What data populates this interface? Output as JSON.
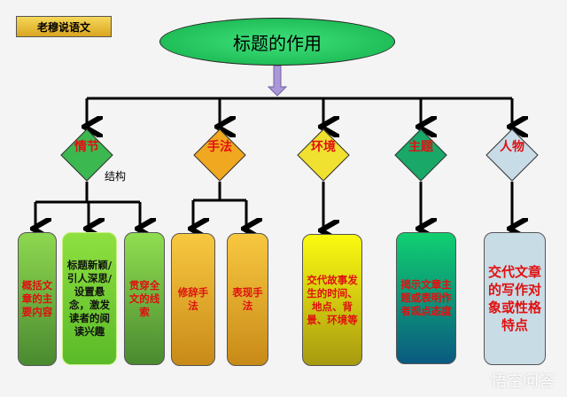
{
  "tag": "老穆说语文",
  "title": "标题的作用",
  "structure_label": "结构",
  "categories": [
    {
      "label": "情节",
      "color": "#3cb850"
    },
    {
      "label": "手法",
      "color": "#f0a820"
    },
    {
      "label": "环境",
      "color": "#f0e030"
    },
    {
      "label": "主题",
      "color": "#1aa868"
    },
    {
      "label": "人物",
      "color": "#c8dce8"
    }
  ],
  "boxes": [
    "概括文章的主要内容",
    "标题新颖/引人深思/设置悬念，激发读者的阅读兴趣",
    "贯穿全文的线索",
    "修辞手法",
    "表现手法",
    "交代故事发生的时间、地点、背景、环境等",
    "揭示文章主题或表明作者观点态度",
    "交代文章的写作对象或性格特点"
  ],
  "watermark": "悟空问答"
}
